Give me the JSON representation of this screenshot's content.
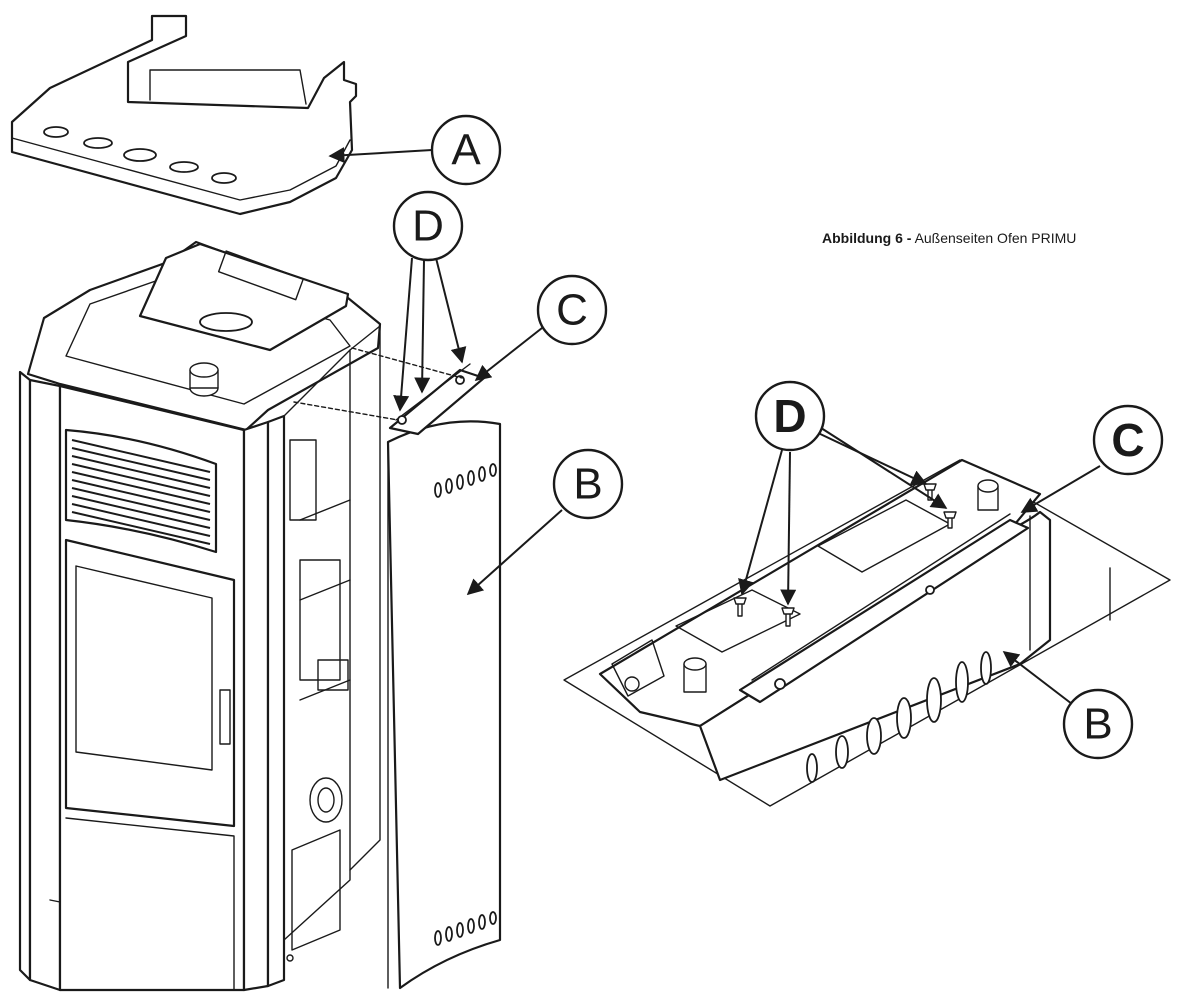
{
  "caption": {
    "figure_label": "Abbildung 6 -",
    "figure_title": "Außenseiten Ofen PRIMU"
  },
  "callouts": {
    "left": {
      "A": "A",
      "B": "B",
      "C": "C",
      "D": "D"
    },
    "detail": {
      "B": "B",
      "C": "C",
      "D": "D"
    }
  }
}
